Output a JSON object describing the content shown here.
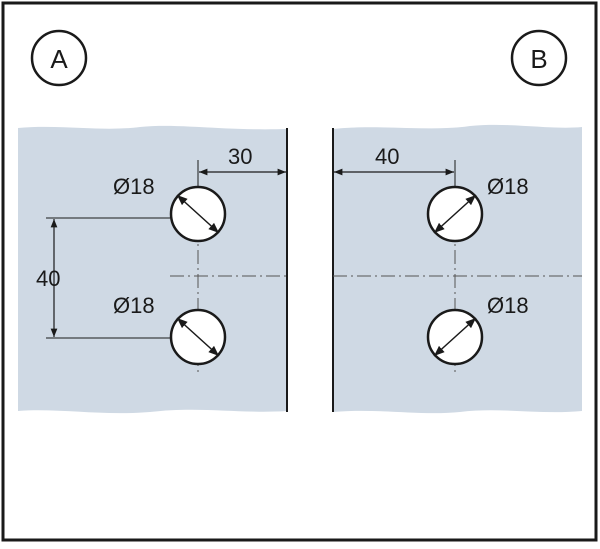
{
  "labels": {
    "panel_a": "A",
    "panel_b": "B"
  },
  "panel_a": {
    "hole_top_diameter": "Ø18",
    "hole_bottom_diameter": "Ø18",
    "edge_distance": "30",
    "hole_spacing": "40"
  },
  "panel_b": {
    "hole_top_diameter": "Ø18",
    "hole_bottom_diameter": "Ø18",
    "edge_distance": "40"
  },
  "colors": {
    "glass": "#cfd9e4",
    "frame": "#1a1a1a",
    "hole_fill": "#ffffff"
  }
}
